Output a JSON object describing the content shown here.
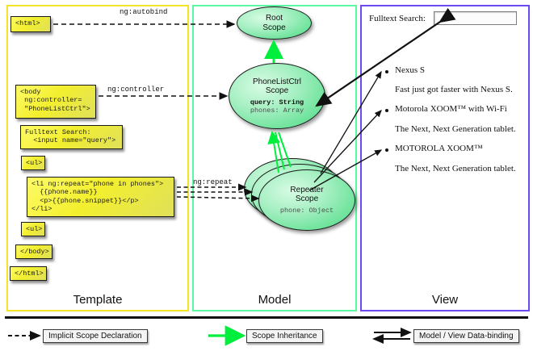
{
  "diagram": {
    "title": "AngularJS Template / Model / View scope diagram",
    "columns": [
      {
        "key": "template",
        "label": "Template",
        "border_color": "#f2e527"
      },
      {
        "key": "model",
        "label": "Model",
        "border_color": "#5cf7a4"
      },
      {
        "key": "view",
        "label": "View",
        "border_color": "#6a4bf0"
      }
    ]
  },
  "template": {
    "boxes": [
      {
        "name": "html-open-tag",
        "text": "<html>"
      },
      {
        "name": "body-controller-tag",
        "text": "<body\n ng:controller=\n \"PhoneListCtrl\">"
      },
      {
        "name": "fulltext-search-tag",
        "text": "Fulltext Search:\n  <input name=\"query\">"
      },
      {
        "name": "ul-open-tag",
        "text": "<ul>"
      },
      {
        "name": "li-repeat-tag",
        "text": "<li ng:repeat=\"phone in phones\">\n  {{phone.name}}\n  <p>{{phone.snippet}}</p>\n</li>"
      },
      {
        "name": "ul-close-tag",
        "text": "<ul>"
      },
      {
        "name": "body-close-tag",
        "text": "</body>"
      },
      {
        "name": "html-close-tag",
        "text": "</html>"
      }
    ]
  },
  "model": {
    "edge_labels": [
      {
        "name": "ng-autobind-label",
        "text": "ng:autobind"
      },
      {
        "name": "ng-controller-label",
        "text": "ng:controller"
      },
      {
        "name": "ng-repeat-label",
        "text": "ng:repeat"
      }
    ],
    "scopes": [
      {
        "name": "root-scope",
        "title": "Root\nScope",
        "title_line1": "Root",
        "title_line2": "Scope",
        "properties": []
      },
      {
        "name": "phonelistctrl-scope",
        "title_line1": "PhoneListCtrl",
        "title_line2": "Scope",
        "properties": [
          {
            "text": "query: String",
            "emphasis": "bold"
          },
          {
            "text": "phones: Array",
            "emphasis": "dim"
          }
        ]
      },
      {
        "name": "repeater-scope",
        "title_line1": "Repeater",
        "title_line2": "Scope",
        "properties": [
          {
            "text": "phone: Object",
            "emphasis": "dim"
          }
        ]
      }
    ]
  },
  "view": {
    "search_label": "Fulltext Search:",
    "search_value": "",
    "phones": [
      {
        "name": "Nexus S",
        "snippet": "Fast just got faster with Nexus S."
      },
      {
        "name": "Motorola XOOM™  with Wi-Fi",
        "snippet": "The Next, Next Generation tablet."
      },
      {
        "name": "MOTOROLA XOOM™",
        "snippet": "The Next, Next Generation tablet."
      }
    ]
  },
  "legend": {
    "items": [
      {
        "name": "legend-implicit-scope-declaration",
        "label": "Implicit Scope Declaration",
        "arrow": "dashed-black"
      },
      {
        "name": "legend-scope-inheritance",
        "label": "Scope Inheritance",
        "arrow": "solid-green"
      },
      {
        "name": "legend-model-view-databinding",
        "label": "Model / View Data-binding",
        "arrow": "double-black"
      }
    ]
  },
  "colors": {
    "template_border": "#f2e527",
    "model_border": "#5cf7a4",
    "view_border": "#6a4bf0",
    "scope_green": "#72e49e",
    "inheritance_green": "#00ef3c",
    "box_yellow": "#f3ef2e"
  }
}
